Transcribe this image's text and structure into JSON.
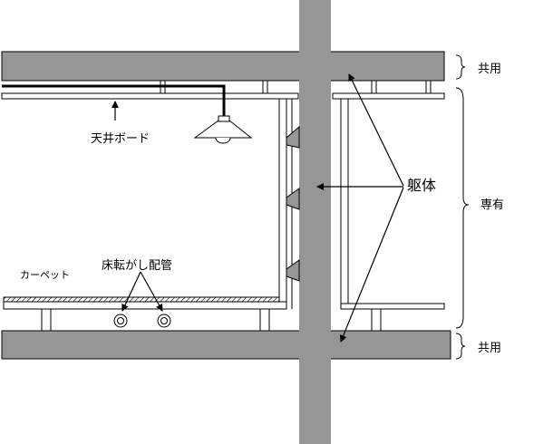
{
  "labels": {
    "ceiling_board": "天井ボード",
    "carpet": "カーペット",
    "floor_piping": "床転がし配管",
    "structure": "躯体",
    "common_top": "共用",
    "private": "専有",
    "common_bottom": "共用"
  },
  "colors": {
    "structure_fill": "#969696",
    "line": "#000000",
    "background": "#ffffff"
  }
}
